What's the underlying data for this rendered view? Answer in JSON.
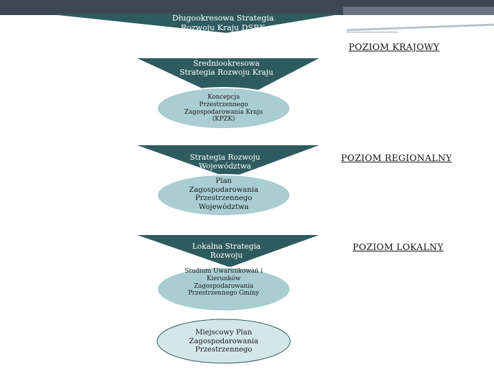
{
  "colors": {
    "triangle": "#2e5b5f",
    "ellipse_teal": "#a9cdd0",
    "ellipse_pale": "#d3e6e8",
    "ellipse_stroke": "#ffffff",
    "header_bar": "#3d4655"
  },
  "national": {
    "top_triangle": "Długookresowa Strategia Rozwoju Kraju DSRK",
    "mid_triangle": "Średniookresowa Strategia Rozwoju Kraju",
    "ellipse": "Koncepcja Przestrzennego Zagospodarowania Kraju (KPZK)",
    "level_label": "POZIOM KRAJOWY"
  },
  "regional": {
    "triangle": "Strategia Rozwoju Województwa",
    "ellipse": "Plan Zagospodarowania Przestrzennego Województwa",
    "level_label": "POZIOM REGIONALNY"
  },
  "local": {
    "triangle": "Lokalna Strategia Rozwoju",
    "ellipse_study": "Studium Uwarunkowań i Kierunków Zagospodarowania Przestrzennego Gminy",
    "ellipse_plan": "Miejscowy Plan Zagospodarowania Przestrzennego",
    "level_label": "POZIOM LOKALNY"
  }
}
